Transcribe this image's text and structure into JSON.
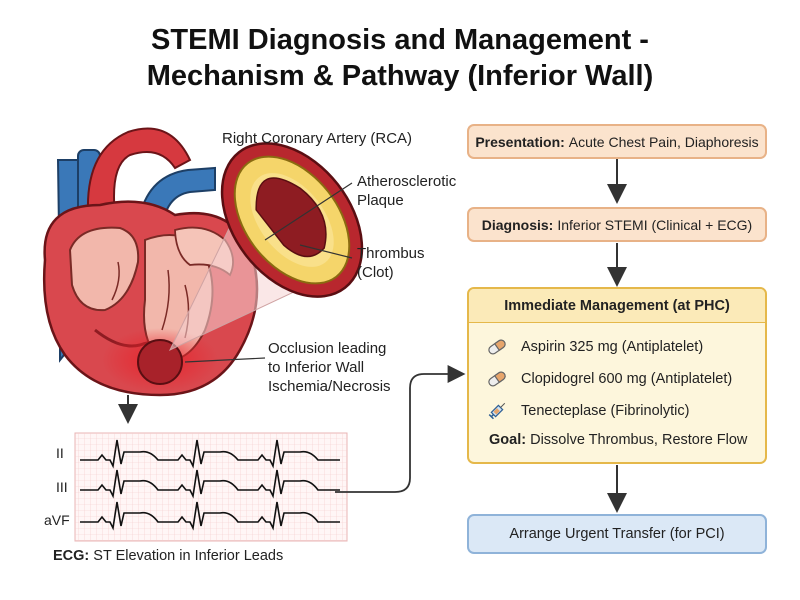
{
  "title": {
    "line1": "STEMI Diagnosis and Management -",
    "line2": "Mechanism & Pathway (Inferior Wall)"
  },
  "anatomy": {
    "rca_label": "Right Coronary Artery (RCA)",
    "plaque_label_1": "Atherosclerotic",
    "plaque_label_2": "Plaque",
    "thrombus_label_1": "Thrombus",
    "thrombus_label_2": "(Clot)",
    "occlusion_1": "Occlusion leading",
    "occlusion_2": "to Inferior Wall",
    "occlusion_3": "Ischemia/Necrosis"
  },
  "ecg": {
    "leads": [
      "II",
      "III",
      "aVF"
    ],
    "caption_bold": "ECG:",
    "caption_text": "ST Elevation in Inferior Leads"
  },
  "flow": {
    "presentation_bold": "Presentation:",
    "presentation_text": "Acute Chest Pain, Diaphoresis",
    "diagnosis_bold": "Diagnosis:",
    "diagnosis_text": "Inferior STEMI (Clinical + ECG)",
    "management_title": "Immediate Management (at PHC)",
    "meds": [
      {
        "label": "Aspirin 325 mg (Antiplatelet)",
        "icon": "pill-icon"
      },
      {
        "label": "Clopidogrel 600 mg (Antiplatelet)",
        "icon": "pill-icon"
      },
      {
        "label": "Tenecteplase (Fibrinolytic)",
        "icon": "syringe-icon"
      }
    ],
    "goal_bold": "Goal:",
    "goal_text": "Dissolve Thrombus, Restore Flow",
    "transfer": "Arrange Urgent Transfer (for PCI)"
  },
  "colors": {
    "step_fill": "#fbe3cd",
    "step_border": "#e8b287",
    "mgmt_fill": "#fdf6dc",
    "mgmt_border": "#e5b84a",
    "transfer_fill": "#dbe8f6",
    "transfer_border": "#8fb3d9",
    "heart_red": "#c8333a",
    "vessel_blue": "#3a78b8"
  }
}
